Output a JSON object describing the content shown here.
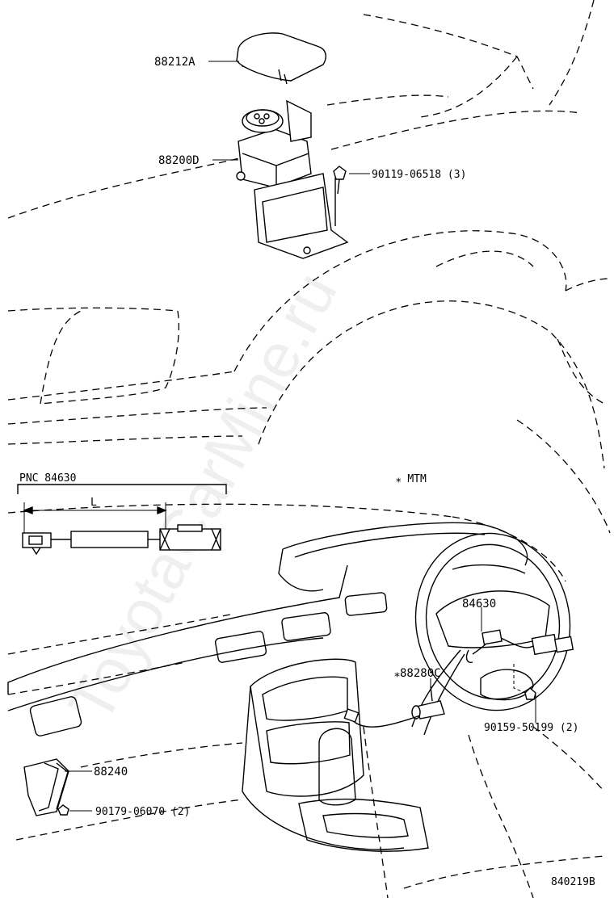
{
  "parts": {
    "p88212A": "88212A",
    "p88200D": "88200D",
    "p90119": "90119-06518 (3)",
    "p84630": "84630",
    "p88280C": "⁎88280C",
    "p90159": "90159-50199 (2)",
    "p88240": "88240",
    "p90179": "90179-06070 (2)"
  },
  "detail": {
    "pnc": "PNC 84630",
    "length_label": "L"
  },
  "note": "⁎ MTM",
  "diagram_id": "840219B",
  "watermark": "ToyotaCarMine.ru"
}
